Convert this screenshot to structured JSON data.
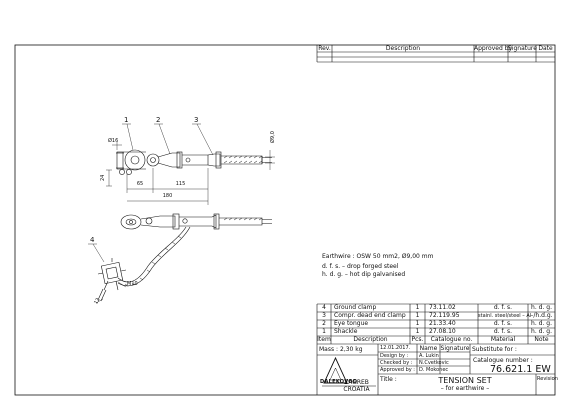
{
  "revision_block": {
    "headers": [
      "Rev.",
      "Description",
      "Approved by",
      "Signature",
      "Date"
    ]
  },
  "drawing": {
    "part_callouts": [
      "1",
      "2",
      "3",
      "4"
    ],
    "dimensions": {
      "d16": "Ø16",
      "d9": "Ø9,0",
      "h24": "24",
      "l65": "65",
      "l115": "115",
      "l180": "180",
      "m10": "M10",
      "d12": "12"
    }
  },
  "notes": {
    "earthwire": "Earthwire : OSW 50 mm2, Ø9,00 mm",
    "dfs": "d. f. s. – drop forged steel",
    "hdg": "h. d. g. – hot dip galvanised"
  },
  "parts_list": {
    "rows": [
      {
        "item": "4",
        "description": "Ground clamp",
        "pcs": "1",
        "catalogue": "73.11.02",
        "material": "d. f. s.",
        "note": "h. d. g."
      },
      {
        "item": "3",
        "description": "Compr. dead end clamp",
        "pcs": "1",
        "catalogue": "72.119.95",
        "material": "stainl. steel/steel – Al",
        "note": "–/h.d.g."
      },
      {
        "item": "2",
        "description": "Eye tongue",
        "pcs": "1",
        "catalogue": "21.33.40",
        "material": "d. f. s.",
        "note": "h. d. g."
      },
      {
        "item": "1",
        "description": "Shackle",
        "pcs": "1",
        "catalogue": "27.08.10",
        "material": "d. f. s.",
        "note": "h. d. g."
      }
    ],
    "headers": {
      "item": "Item",
      "description": "Description",
      "pcs": "Pcs.",
      "catalogue": "Catalogue no.",
      "material": "Material",
      "note": "Note"
    }
  },
  "title_block": {
    "mass_label": "Mass :",
    "mass_value": "2,30 kg",
    "date": "12.01.2017.",
    "name_header": "Name",
    "signature_header": "Signature",
    "substitute_for": "Substitute for :",
    "design_by_label": "Design by :",
    "design_by": "A. Lukin",
    "checked_by_label": "Checked by :",
    "checked_by": "N.Cvetkovic",
    "approved_by_label": "Approved by :",
    "approved_by": "D. Mokonec",
    "catalogue_number_label": "Catalogue number :",
    "catalogue_number": "76.621.1 EW",
    "title_label": "Title :",
    "title_main": "TENSION SET",
    "title_sub": "– for earthwire –",
    "revision_label": "Revision",
    "company_logo": "DALEKOVOD",
    "city": "ZAGREB",
    "country": "CROATIA"
  }
}
